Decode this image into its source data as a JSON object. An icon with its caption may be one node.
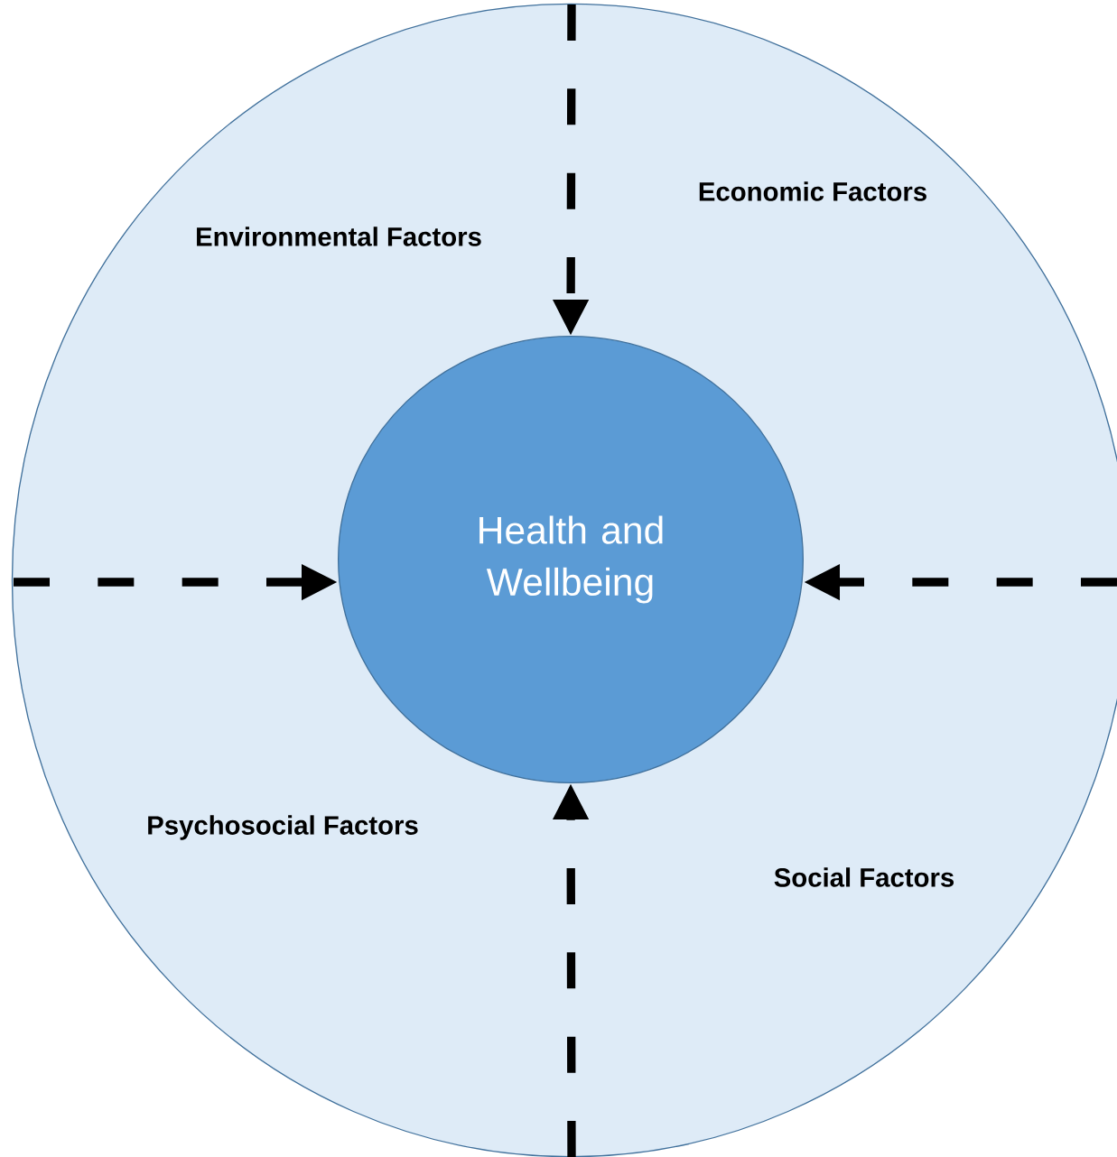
{
  "diagram": {
    "nodes": [
      {
        "text": [
          "Environmental Factors",
          "Economic Factors",
          "Psychosocial Factors",
          "Social Factors"
        ]
      },
      {
        "text": [
          "Health and Wellbeing"
        ],
        "in": 0
      }
    ],
    "edges": [
      {
        "from": null,
        "to": 1,
        "arrow": "to",
        "style": "dashed"
      },
      {
        "from": null,
        "to": 1,
        "arrow": "to",
        "style": "dashed"
      },
      {
        "from": null,
        "to": 1,
        "arrow": "to",
        "style": "dashed"
      },
      {
        "from": null,
        "to": 1,
        "arrow": "to",
        "style": "dashed"
      }
    ]
  }
}
